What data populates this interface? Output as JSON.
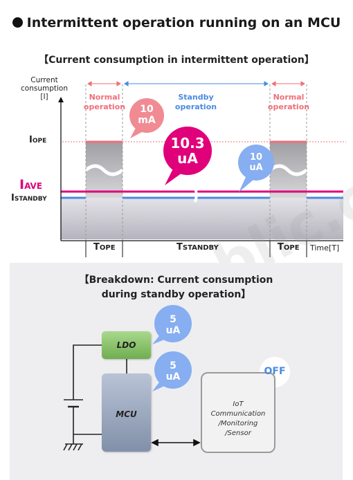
{
  "title": "Intermittent operation running on an MCU",
  "chart_subtitle": "【Current consumption in intermittent operation】",
  "y_axis": {
    "label_line1": "Current",
    "label_line2": "consumption",
    "label_line3": "[I]"
  },
  "levels": {
    "iope_main": "I",
    "iope_sub": "OPE",
    "iave_main": "I",
    "iave_sub": "AVE",
    "istandby_main": "I",
    "istandby_sub": "STANDBY"
  },
  "x_axis": {
    "tope1_main": "T",
    "tope1_sub": "OPE",
    "tstandby_main": "T",
    "tstandby_sub": "STANDBY",
    "tope2_main": "T",
    "tope2_sub": "OPE",
    "time_label": "Time[T]"
  },
  "phases": {
    "normal1_line1": "Normal",
    "normal1_line2": "operation",
    "standby_line1": "Standby",
    "standby_line2": "operation",
    "normal2_line1": "Normal",
    "normal2_line2": "operation"
  },
  "bubbles": {
    "ope_value": "10",
    "ope_unit": "mA",
    "ave_value": "10.3",
    "ave_unit": "uA",
    "standby_value": "10",
    "standby_unit": "uA"
  },
  "breakdown": {
    "title_line1": "【Breakdown: Current consumption",
    "title_line2": "during standby operation】",
    "ldo_label": "LDO",
    "mcu_label": "MCU",
    "iot_line1": "IoT",
    "iot_line2": "Communication",
    "iot_line3": "/Monitoring",
    "iot_line4": "/Sensor",
    "ldo_current_value": "5",
    "ldo_current_unit": "uA",
    "mcu_current_value": "5",
    "mcu_current_unit": "uA",
    "iot_state": "OFF"
  },
  "watermark": "www.ablic.com",
  "colors": {
    "operation_line": "#ef6f78",
    "average_line": "#e0007a",
    "standby_line": "#4b8ae0",
    "ldo_green": "#6fae4f",
    "mcu_blue": "#8190a9"
  }
}
